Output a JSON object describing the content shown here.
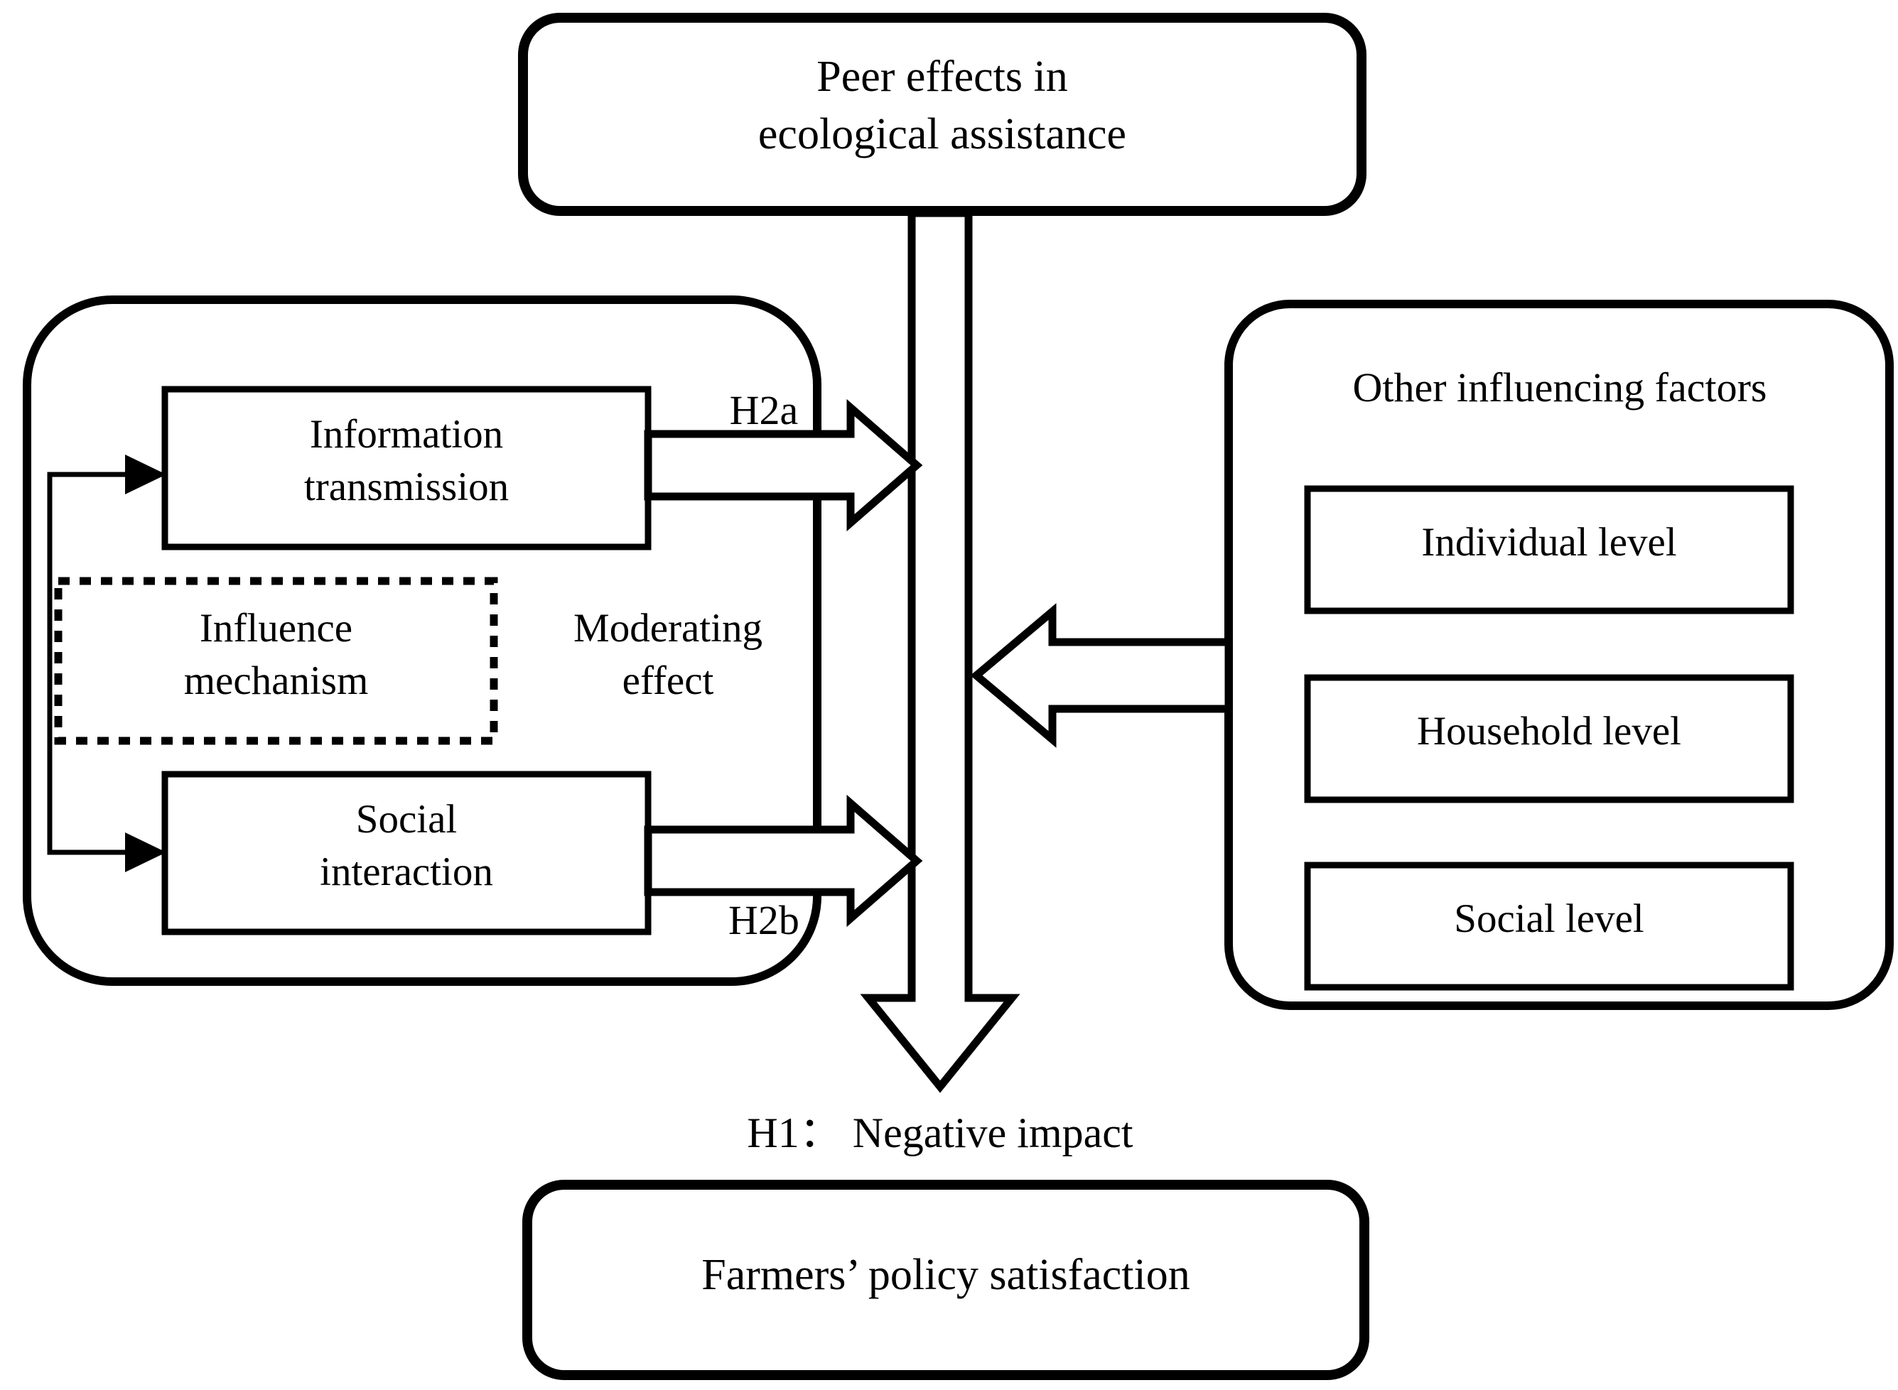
{
  "diagram": {
    "title_top": "Peer effects in\necological assistance",
    "title_bottom": "Farmers’ policy satisfaction",
    "left_panel": {
      "box_information": "Information\ntransmission",
      "box_social": "Social\ninteraction",
      "dotted_label": "Influence\nmechanism",
      "moderating_label": "Moderating\neffect",
      "hypothesis_a": "H2a",
      "hypothesis_b": "H2b"
    },
    "right_panel": {
      "heading": "Other influencing factors",
      "items": [
        "Individual level",
        "Household level",
        "Social level"
      ]
    },
    "main_hypothesis": "H1： Negative impact",
    "colors": {
      "stroke": "#000000",
      "fill": "#ffffff",
      "background": "#ffffff"
    }
  }
}
